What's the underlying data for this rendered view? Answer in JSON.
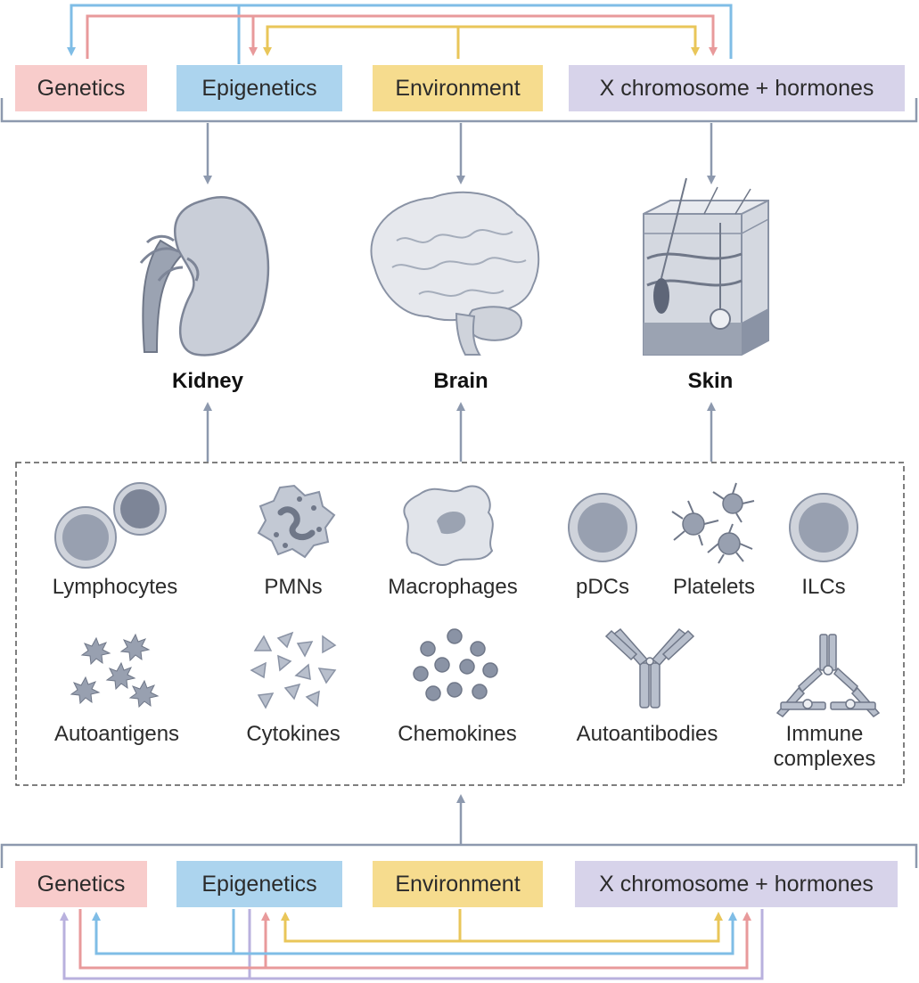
{
  "colors": {
    "genetics": "#f8cccb",
    "epigenetics": "#acd4ee",
    "environment": "#f6dc8e",
    "xchrom": "#d7d3ea",
    "genetics_line": "#e89a9b",
    "epigenetics_line": "#7fbde6",
    "environment_line": "#e9c659",
    "xchrom_line": "#b9b1de",
    "bracket": "#8d99ae",
    "organ_fill": "#c9ced8",
    "organ_stroke": "#7d8597",
    "cell_fill": "#b8bfcc",
    "cell_dark": "#8a93a5"
  },
  "top_factors": {
    "genetics": "Genetics",
    "epigenetics": "Epigenetics",
    "environment": "Environment",
    "xchrom": "X chromosome + hormones"
  },
  "bottom_factors": {
    "genetics": "Genetics",
    "epigenetics": "Epigenetics",
    "environment": "Environment",
    "xchrom": "X chromosome + hormones"
  },
  "organs": {
    "kidney": "Kidney",
    "brain": "Brain",
    "skin": "Skin"
  },
  "cells_row1": [
    "Lymphocytes",
    "PMNs",
    "Macrophages",
    "pDCs",
    "Platelets",
    "ILCs"
  ],
  "cells_row2": [
    "Autoantigens",
    "Cytokines",
    "Chemokines",
    "Autoantibodies",
    "Immune complexes"
  ],
  "icons": {
    "kidney": "kidney-icon",
    "brain": "brain-icon",
    "skin": "skin-icon"
  }
}
